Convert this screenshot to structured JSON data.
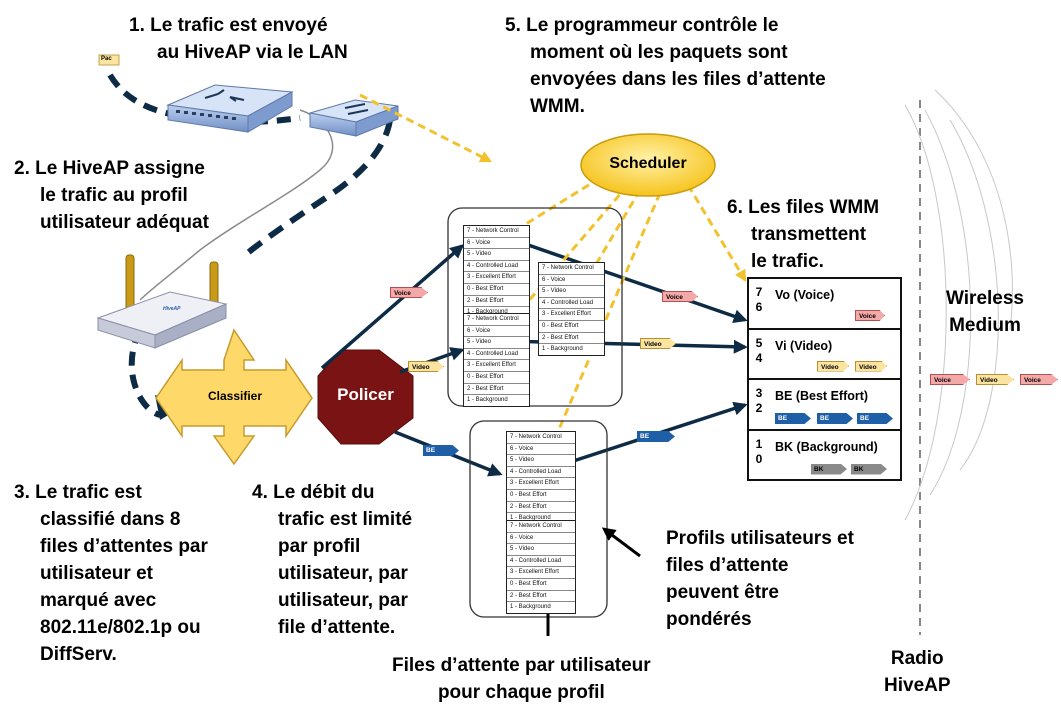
{
  "steps": {
    "step1": [
      "1.  Le trafic  est envoyé",
      "au HiveAP via le LAN"
    ],
    "step2": [
      "2. Le HiveAP assigne",
      "le trafic au profil",
      "utilisateur adéquat"
    ],
    "step3": [
      "3. Le trafic est",
      "classifié dans 8",
      "files d’attentes par",
      "utilisateur et",
      "marqué avec",
      "802.11e/802.1p ou",
      "DiffServ."
    ],
    "step4": [
      "4. Le débit du",
      "trafic est limité",
      "par profil",
      "utilisateur, par",
      "utilisateur, par",
      "file d’attente."
    ],
    "step5": [
      "5. Le programmeur contrôle le",
      "moment où les paquets sont",
      "envoyées dans les files d’attente",
      "WMM."
    ],
    "step6": [
      "6. Les files WMM",
      "transmettent",
      "le trafic."
    ]
  },
  "annotations": {
    "profiles_weighted": [
      "Profils utilisateurs et",
      "files d’attente",
      "peuvent être",
      "pondérés"
    ],
    "per_user_queues": [
      "Files d’attente par utilisateur",
      "pour chaque profil"
    ],
    "wireless_medium": [
      "Wireless",
      "Medium"
    ],
    "radio_hiveap": [
      "Radio",
      "HiveAP"
    ]
  },
  "components": {
    "scheduler": "Scheduler",
    "classifier": "Classifier",
    "policer": "Policer",
    "packet_tag": "Pac",
    "device_logo": "HiveAP"
  },
  "queue_labels": [
    "7 - Network Control",
    "6 - Voice",
    "5 - Video",
    "4 - Controlled Load",
    "3 - Excellent Effort",
    "0 - Best Effort",
    "2 - Best Effort",
    "1 - Background"
  ],
  "packet_labels": {
    "voice": "Voice",
    "video": "Video",
    "be": "BE",
    "bk": "BK"
  },
  "wmm_queues": [
    {
      "nums": [
        "7",
        "6"
      ],
      "label": "Vo (Voice)"
    },
    {
      "nums": [
        "5",
        "4"
      ],
      "label": "Vi (Video)"
    },
    {
      "nums": [
        "3",
        "2"
      ],
      "label": "BE (Best Effort)"
    },
    {
      "nums": [
        "1",
        "0"
      ],
      "label": "BK (Background)"
    }
  ],
  "colors": {
    "flow_arrow": "#0d2b45",
    "scheduler_fill": "#ffd23a",
    "scheduler_dash": "#f2c12e",
    "classifier_fill": "#ffd86a",
    "policer_fill": "#7a1414",
    "be_packet": "#1f5fa8",
    "voice_packet": "#f4a9a9",
    "video_packet": "#fbe3a0",
    "bk_packet": "#8a8a8a"
  }
}
